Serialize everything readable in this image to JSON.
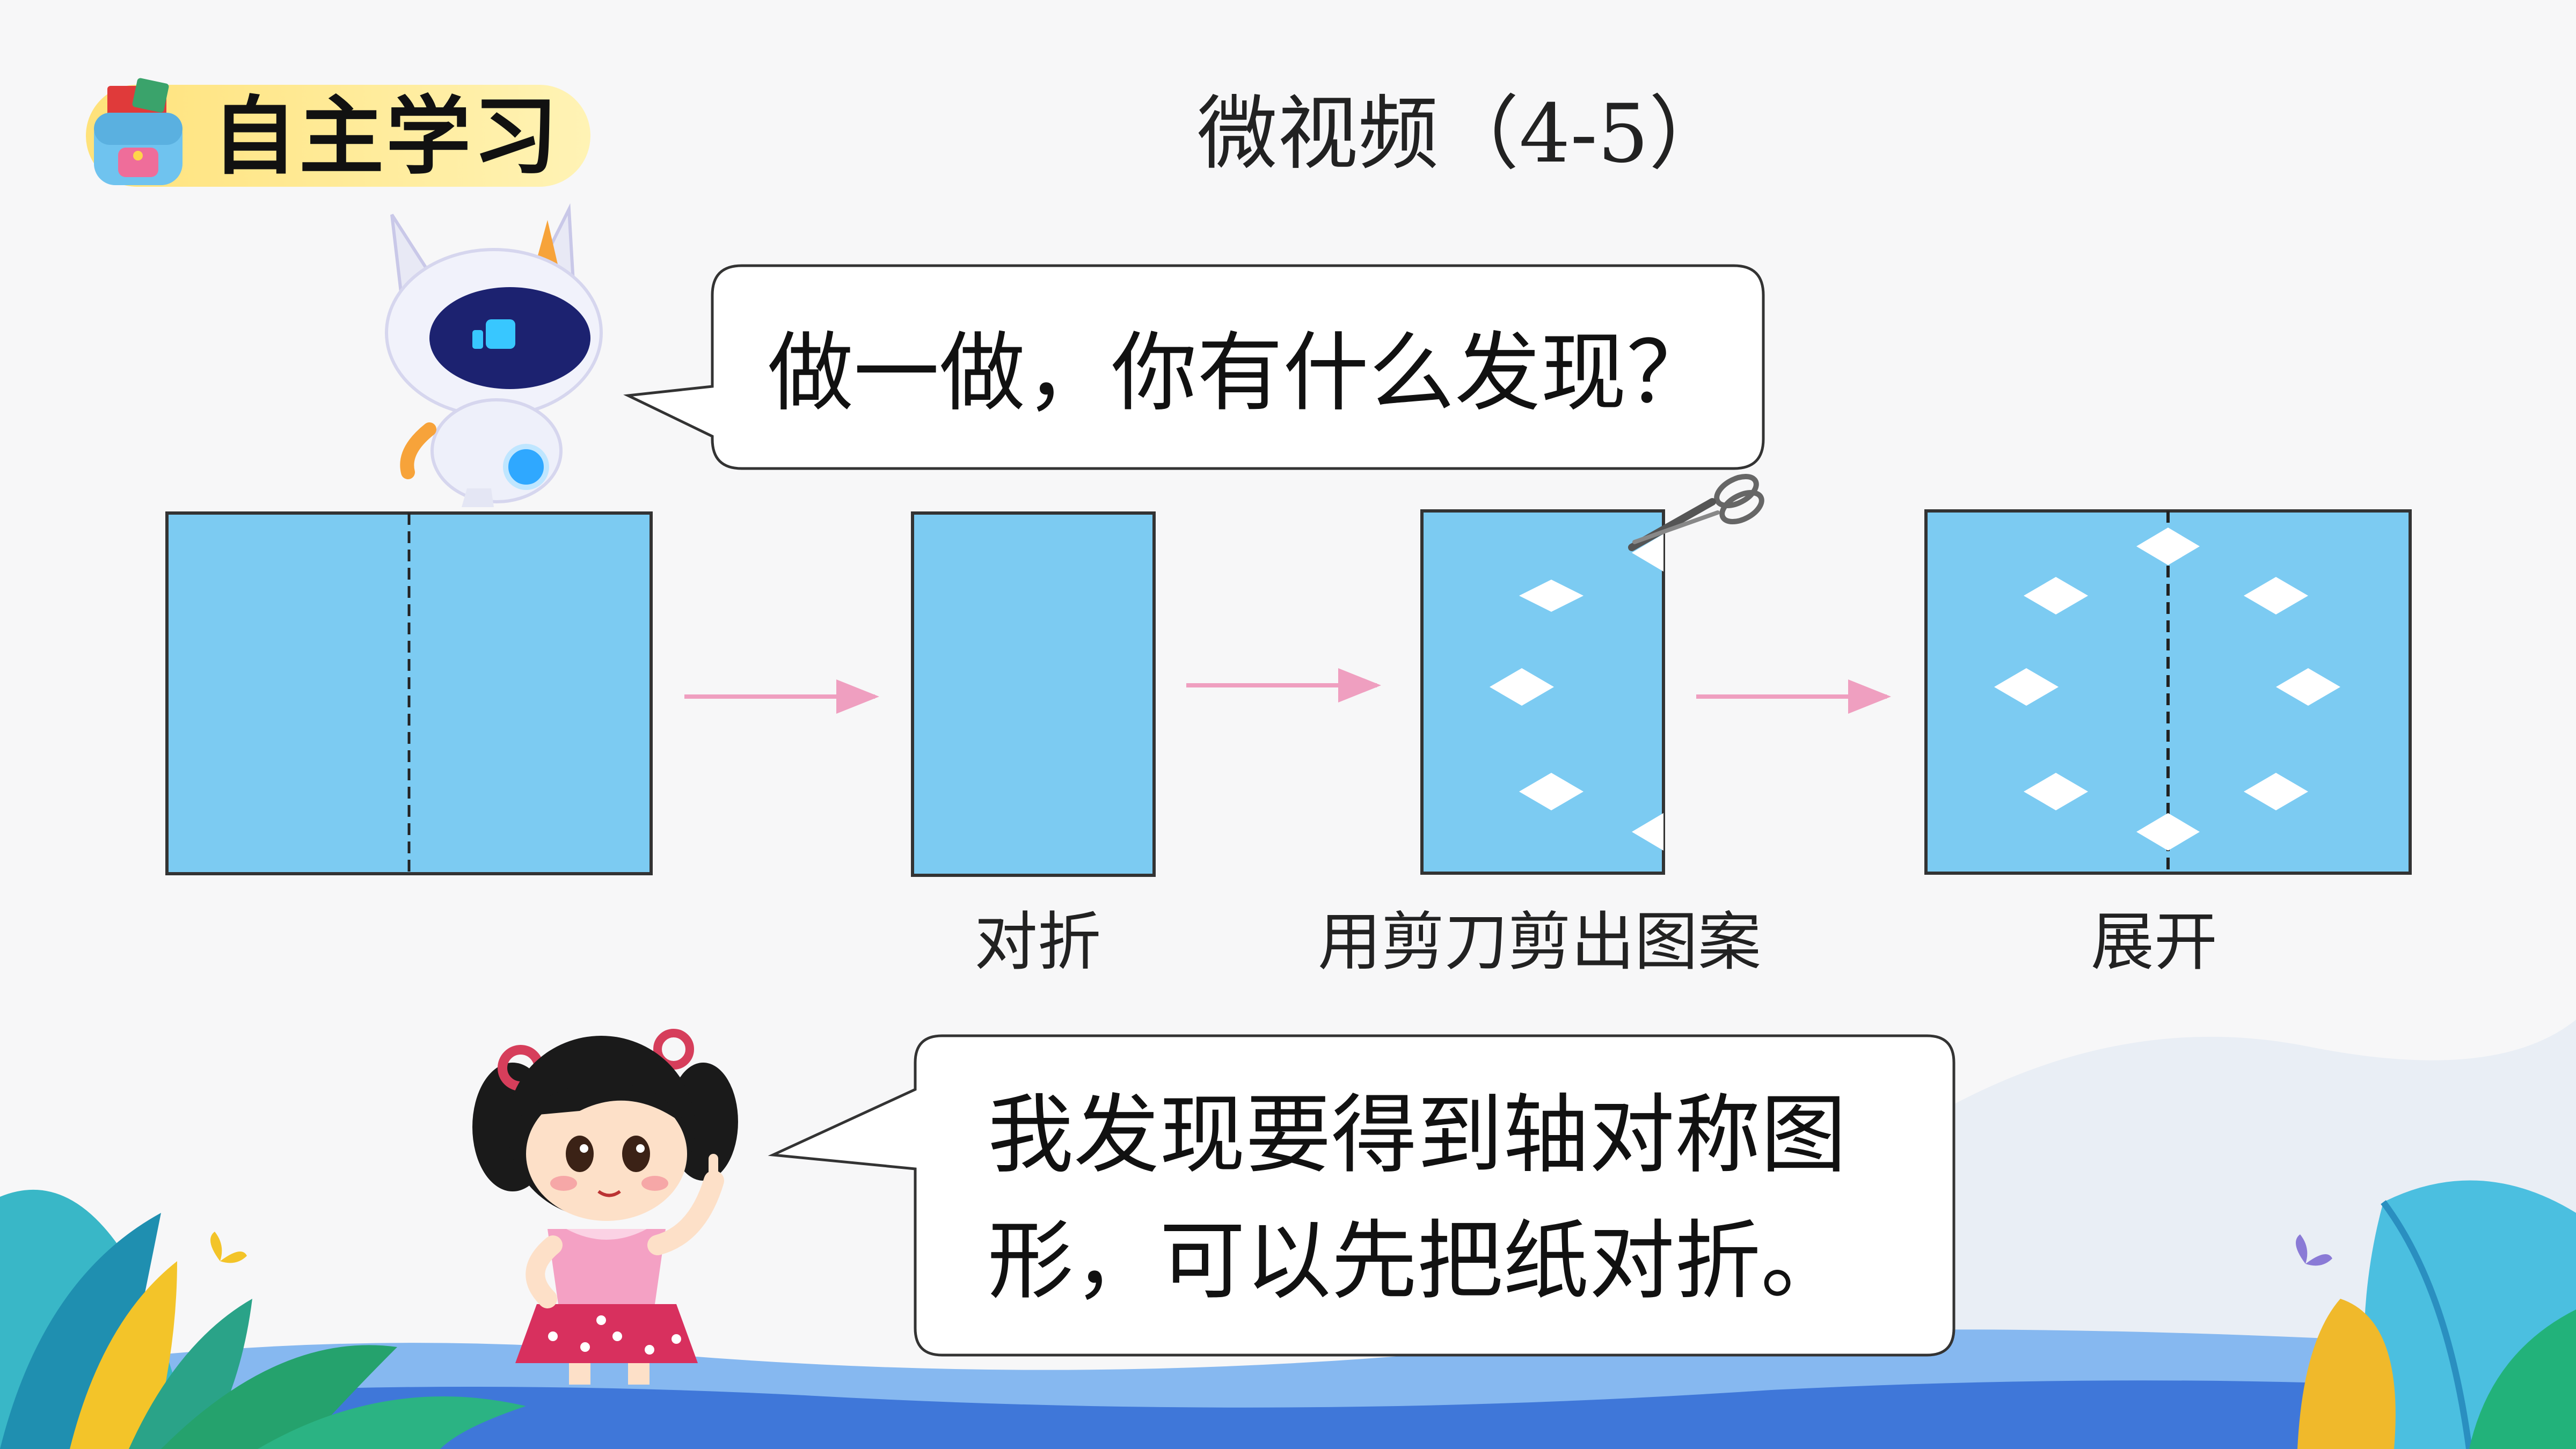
{
  "header": {
    "section_label": "自主学习",
    "title": "微视频（4-5）"
  },
  "robot_bubble": {
    "question": "做一做，你有什么发现？"
  },
  "steps": [
    {
      "label": ""
    },
    {
      "label": "对折"
    },
    {
      "label": "用剪刀剪出图案"
    },
    {
      "label": "展开"
    }
  ],
  "girl_bubble": {
    "line1": "我发现要得到轴对称图",
    "line2": "形，可以先把纸对折。"
  },
  "colors": {
    "paper": "#7ccbf2",
    "arrow": "#ef9fc0",
    "pill": "#ffe27a",
    "wave": "#3f77d9"
  },
  "icons": [
    "backpack-icon",
    "robot-mascot",
    "scissors-icon",
    "girl-character",
    "butterfly-icon",
    "leaf-decoration"
  ]
}
